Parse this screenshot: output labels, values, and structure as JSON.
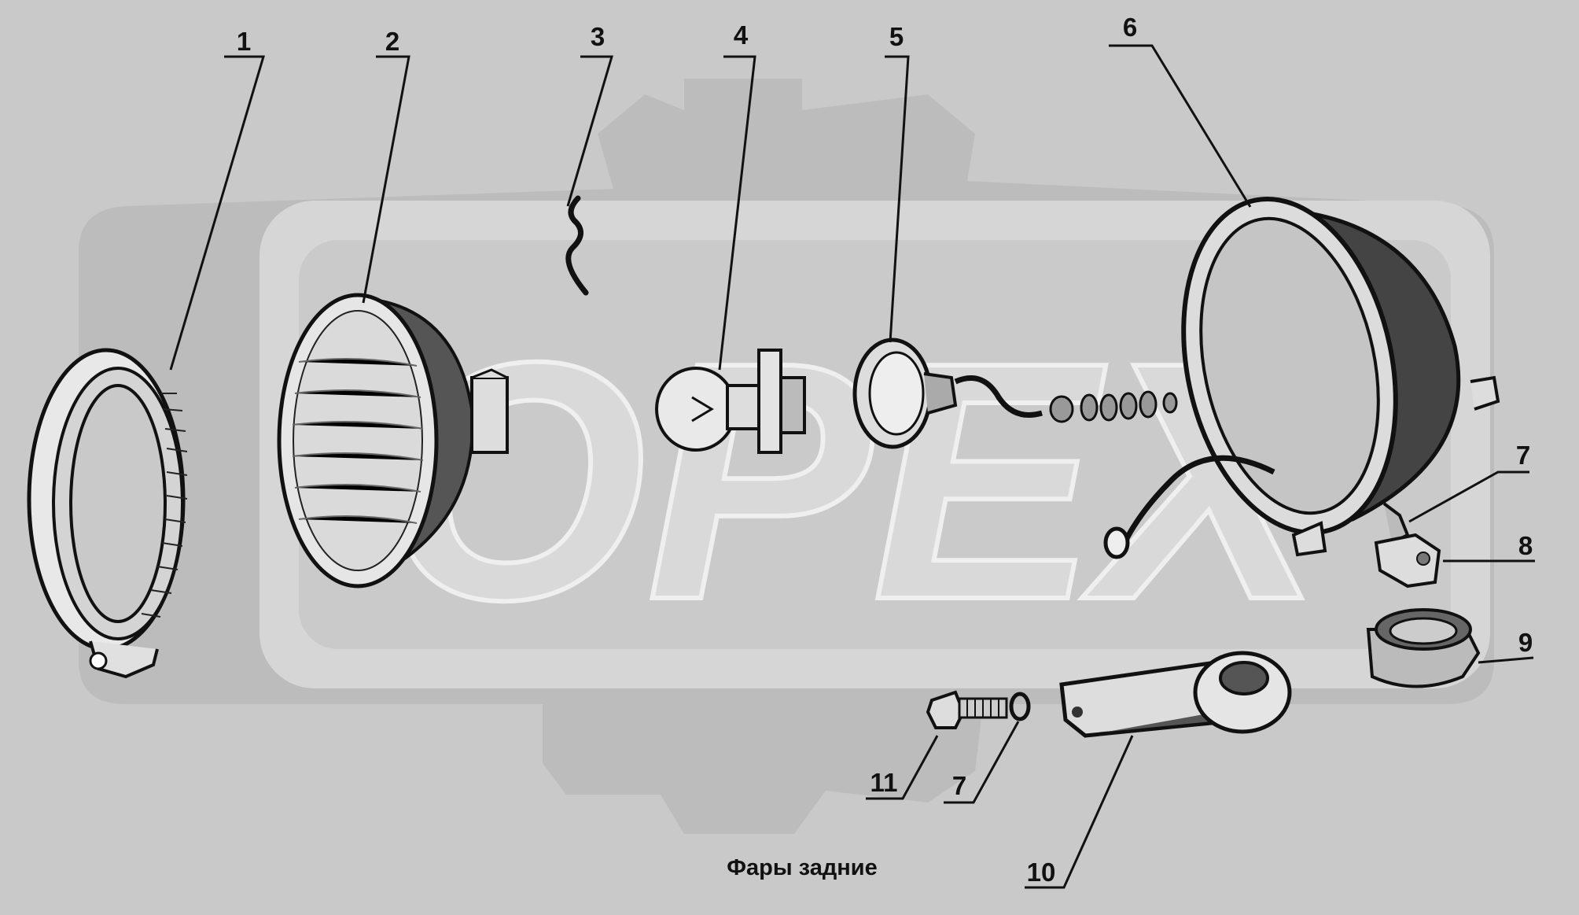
{
  "caption": "Фары задние",
  "watermark": {
    "text": "OPEX",
    "color": "#bdbdbd"
  },
  "colors": {
    "background": "#c9c9c9",
    "ink": "#111111",
    "paper_shadow": "#b4b4b4"
  },
  "callouts": {
    "c1": "1",
    "c2": "2",
    "c3": "3",
    "c4": "4",
    "c5": "5",
    "c6": "6",
    "c7a": "7",
    "c8": "8",
    "c9": "9",
    "c10": "10",
    "c11": "11",
    "c7b": "7"
  },
  "parts": [
    {
      "id": "1",
      "icon": "headlamp-rim-icon"
    },
    {
      "id": "2",
      "icon": "optical-unit-icon"
    },
    {
      "id": "3",
      "icon": "spring-clip-icon"
    },
    {
      "id": "4",
      "icon": "lamp-bulb-icon"
    },
    {
      "id": "5",
      "icon": "lamp-socket-icon"
    },
    {
      "id": "6",
      "icon": "headlamp-housing-icon"
    },
    {
      "id": "7",
      "icon": "spring-washer-icon"
    },
    {
      "id": "8",
      "icon": "nut-icon"
    },
    {
      "id": "9",
      "icon": "bushing-icon"
    },
    {
      "id": "10",
      "icon": "bracket-icon"
    },
    {
      "id": "11",
      "icon": "bolt-icon"
    }
  ]
}
